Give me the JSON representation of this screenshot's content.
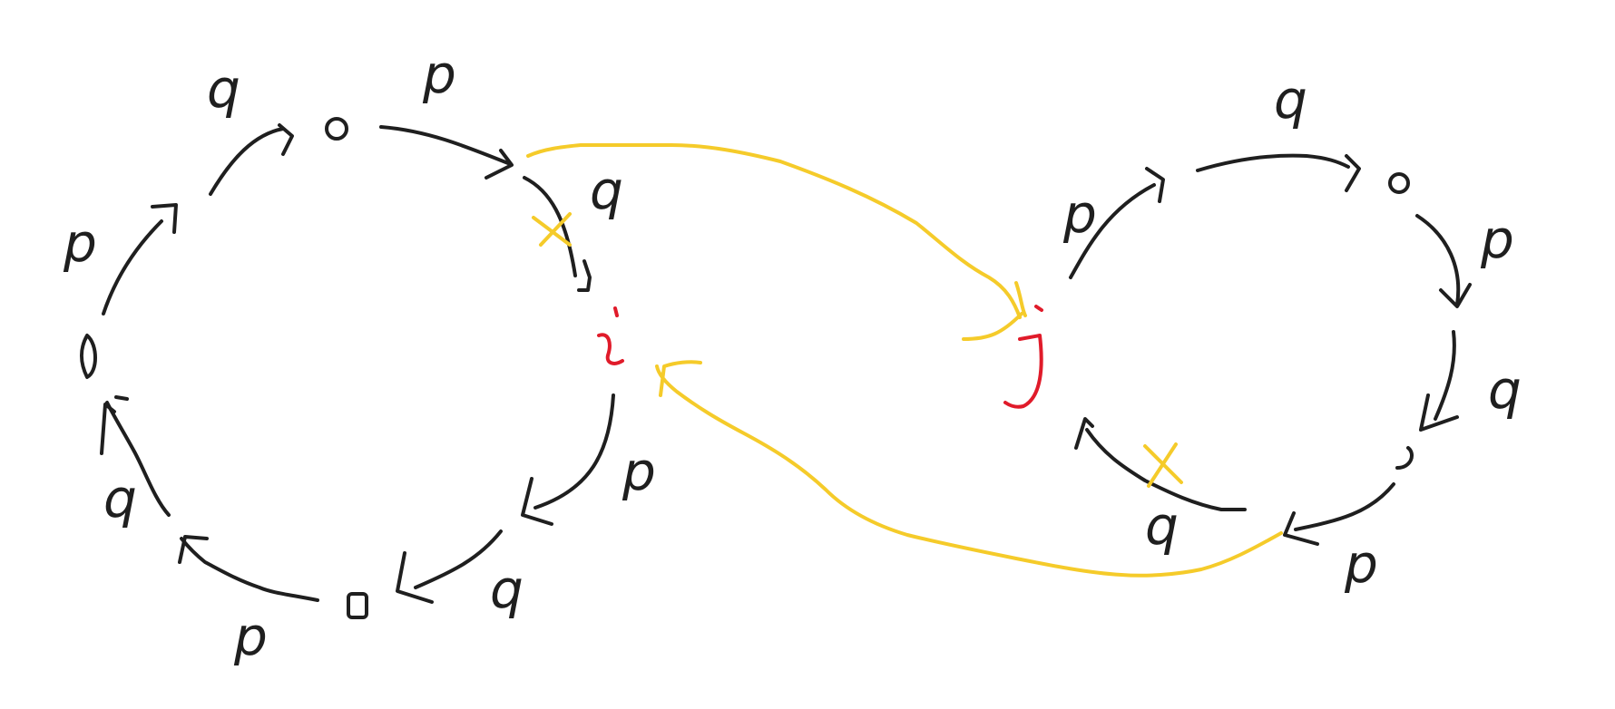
{
  "colors": {
    "ink": "#1f1f1f",
    "highlight": "#f5cb2a",
    "accent": "#e01b2a",
    "background": "#ffffff"
  },
  "left_loop": {
    "labels": [
      "q",
      "p",
      "q",
      "p",
      "q",
      "p",
      "q",
      "p"
    ],
    "center_label": "i"
  },
  "right_loop": {
    "labels": [
      "q",
      "p",
      "q",
      "p",
      "q",
      "p"
    ],
    "center_label": "j"
  }
}
